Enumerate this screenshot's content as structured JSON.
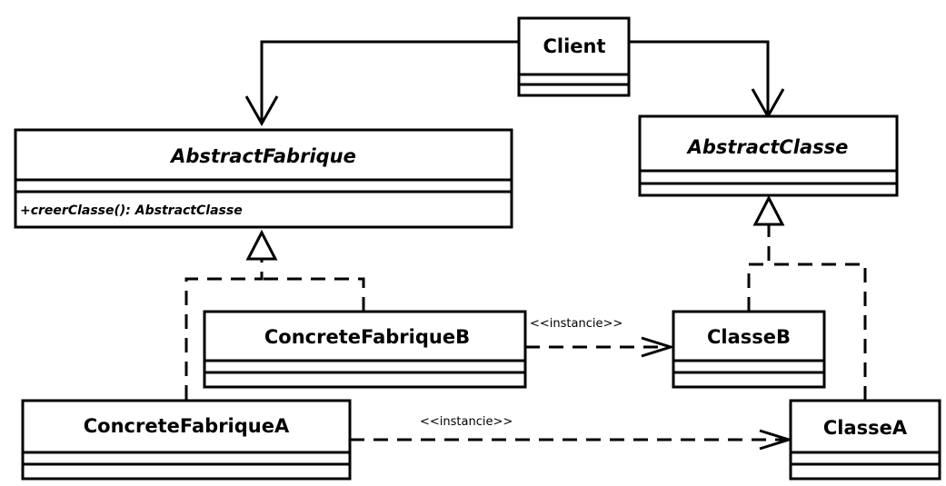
{
  "classes": {
    "client": {
      "name": "Client"
    },
    "abstract_fabrique": {
      "name": "AbstractFabrique",
      "method": "+creerClasse(): AbstractClasse"
    },
    "abstract_classe": {
      "name": "AbstractClasse"
    },
    "concrete_fabrique_b": {
      "name": "ConcreteFabriqueB"
    },
    "concrete_fabrique_a": {
      "name": "ConcreteFabriqueA"
    },
    "classe_b": {
      "name": "ClasseB"
    },
    "classe_a": {
      "name": "ClasseA"
    }
  },
  "relations": {
    "instancie_b": "<<instancie>>",
    "instancie_a": "<<instancie>>"
  }
}
